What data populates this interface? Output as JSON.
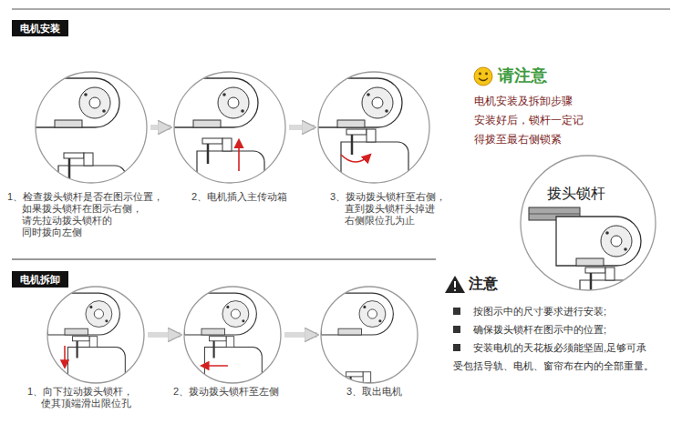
{
  "diagram": {
    "nodes": [
      {
        "text": [
          "电机安装"
        ]
      },
      {
        "text": [
          "1、检查拨头锁杆是否在图示位置， 如果拨头锁杆在图示右侧， 请先拉动拨头锁杆的 同时拨向左侧"
        ]
      },
      {
        "text": [
          "2、电机插入主传动箱"
        ]
      },
      {
        "text": [
          "3、拨动拨头锁杆至右侧， 直到拨头锁杆头掉进 右侧限位孔为止"
        ]
      },
      {
        "text": [
          "拨头锁杆"
        ]
      },
      {
        "text": [
          "电机拆卸"
        ]
      },
      {
        "text": [
          "1、向下拉动拨头锁杆， 使其顶端滑出限位孔"
        ]
      },
      {
        "text": [
          "2、拨动拨头锁杆至左侧"
        ]
      },
      {
        "text": [
          "3、取出电机"
        ]
      }
    ],
    "edges": [
      {
        "from": 1,
        "to": 2,
        "arrow": "to"
      },
      {
        "from": 2,
        "to": 3,
        "arrow": "to"
      },
      {
        "from": 6,
        "to": 7,
        "arrow": "to"
      },
      {
        "from": 7,
        "to": 8,
        "arrow": "to"
      }
    ],
    "labels": [
      "请注意",
      "电机安装及拆卸步骤 安装好后，锁杆一定记 得拨至最右侧锁紧",
      "注意",
      "按图示中的尺寸要求进行安装;",
      "确保拨头锁杆在图示中的位置;",
      "安装电机的天花板必须能坚固,足够可承 受包括导轨、电机、窗帘布在内的全部重量。"
    ]
  }
}
